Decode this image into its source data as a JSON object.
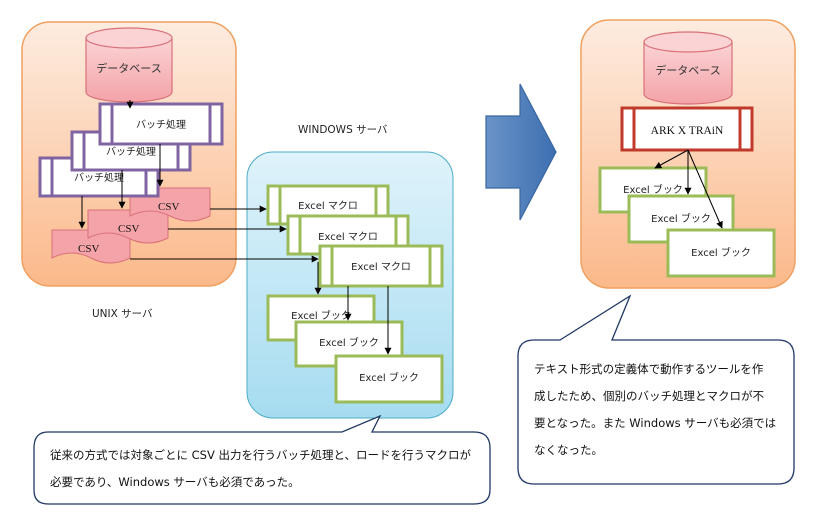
{
  "left": {
    "unix_server_label": "UNIX サーバ",
    "database_label": "データベース",
    "batch_labels": [
      "バッチ処理",
      "バッチ処理",
      "バッチ処理"
    ],
    "csv_labels": [
      "CSV",
      "CSV",
      "CSV"
    ],
    "windows_server_label": "WINDOWS サーバ",
    "macro_labels": [
      "Excel マクロ",
      "Excel マクロ",
      "Excel マクロ"
    ],
    "book_labels": [
      "Excel ブック",
      "Excel ブック",
      "Excel ブック"
    ],
    "callout_lines": [
      "従来の方式では対象ごとに CSV 出力を行うバッチ処理と、ロードを行うマクロが",
      "必要であり、Windows サーバも必須であった。"
    ]
  },
  "right": {
    "database_label": "データベース",
    "tool_label": "ARK X TRAiN",
    "book_labels": [
      "Excel ブック",
      "Excel ブック",
      "Excel ブック"
    ],
    "callout_lines": [
      "テキスト形式の定義体で動作するツールを作",
      "成したため、個別のバッチ処理とマクロが不",
      "要となった。また Windows サーバも必須では",
      "なくなった。"
    ]
  },
  "colors": {
    "server_fill_top": "#fde9d9",
    "server_fill_bottom": "#fbbf8f",
    "server_border": "#f4a560",
    "db_fill": "#f9c4c6",
    "db_border": "#d9707a",
    "batch_border": "#8064a2",
    "tool_border": "#c0392b",
    "book_border": "#9bbb59",
    "windows_fill": "#c9eaf7",
    "arrow_fill": "#4f81bd"
  }
}
